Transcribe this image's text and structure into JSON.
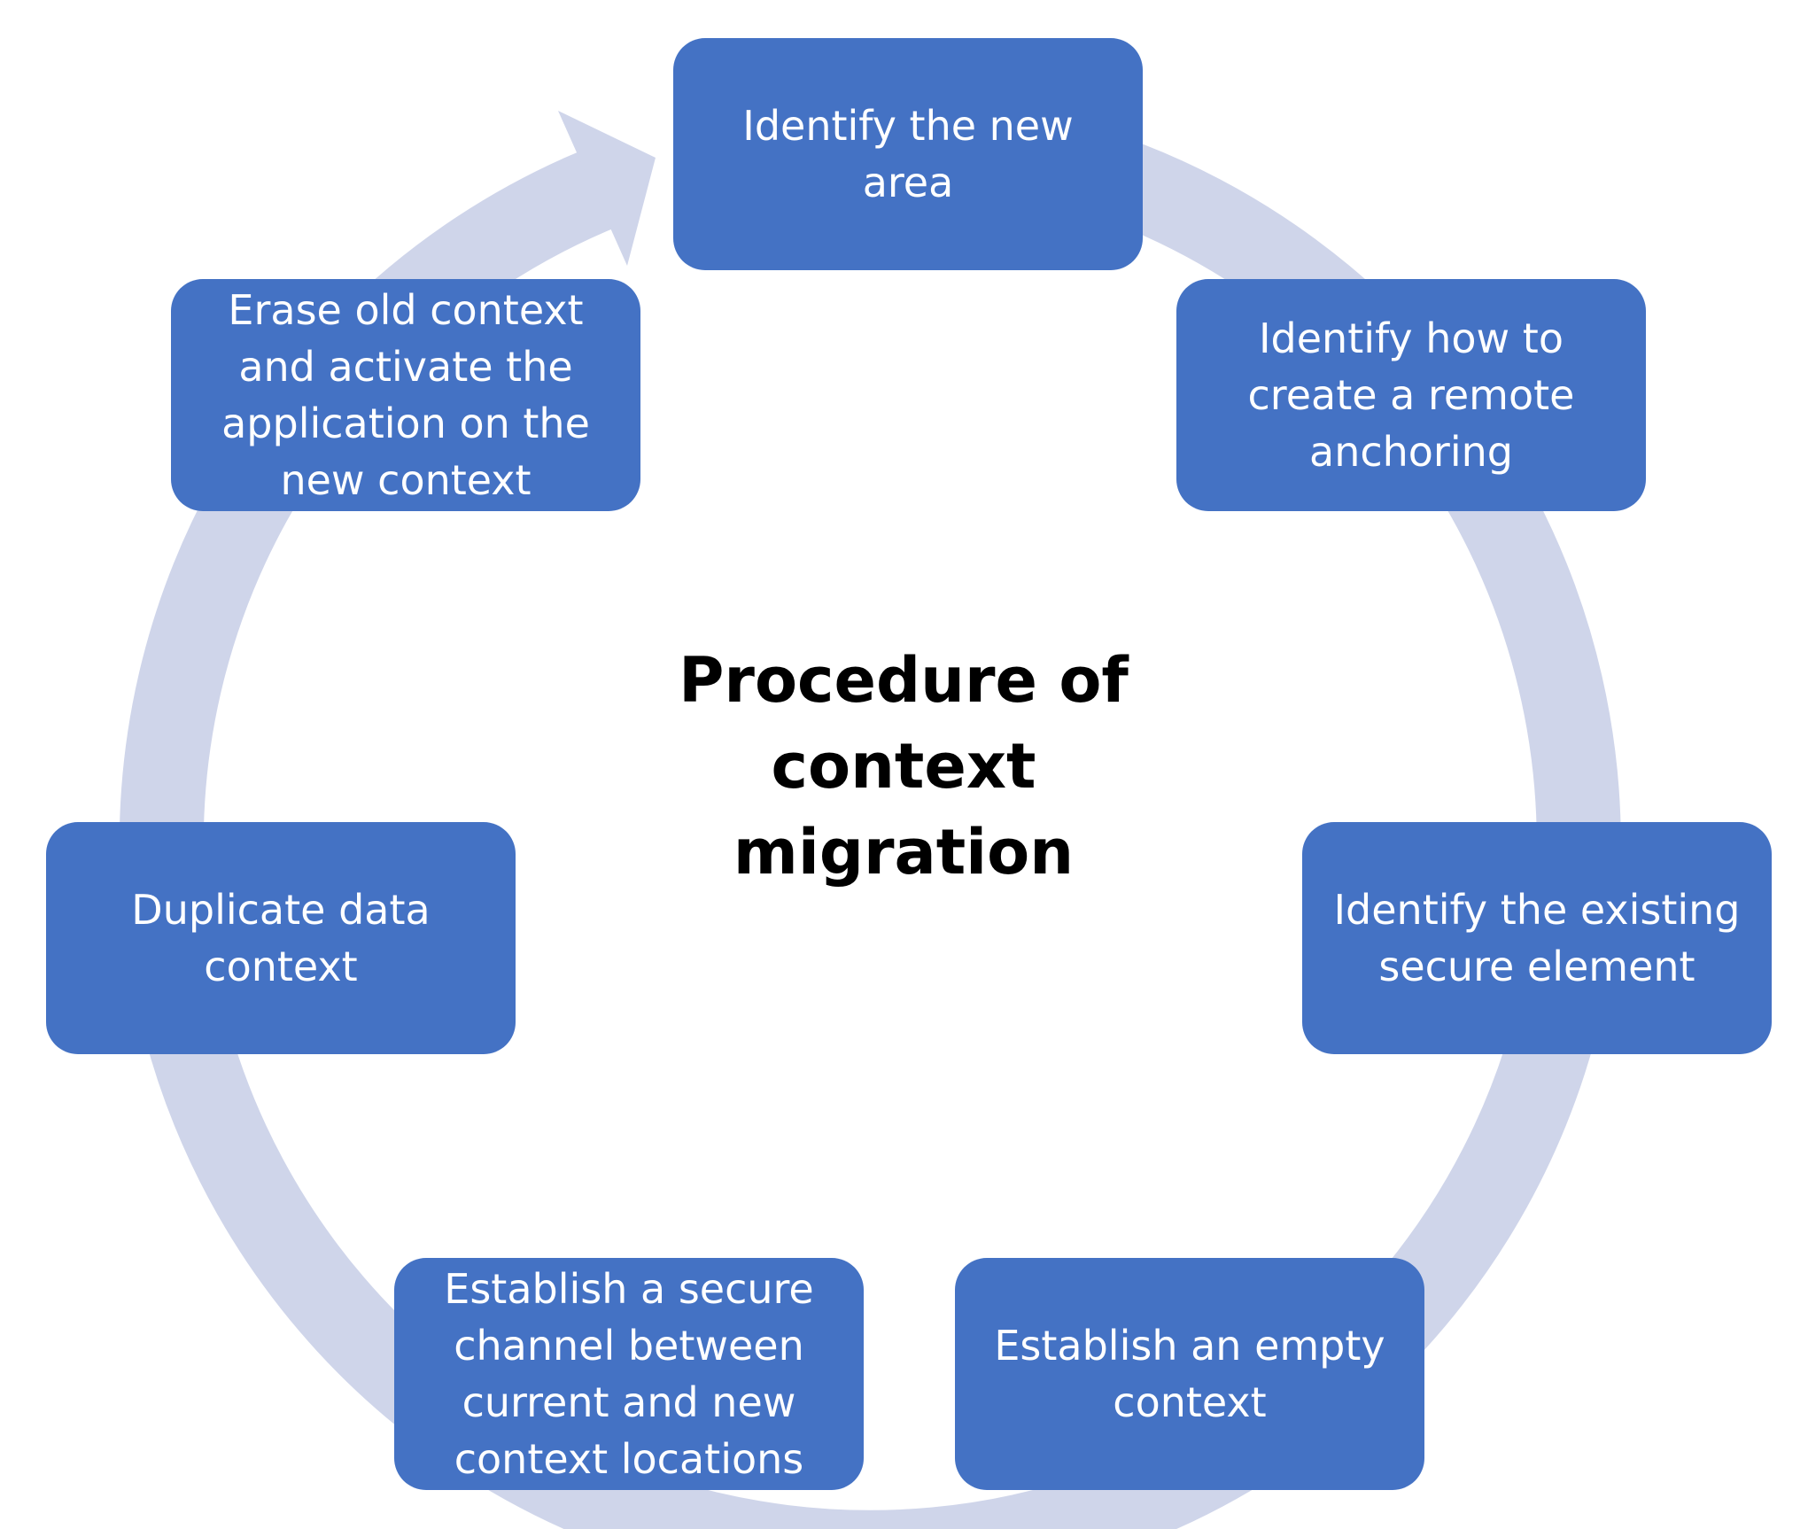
{
  "title": "Procedure of\ncontext\nmigration",
  "colors": {
    "box_fill": "#4472C4",
    "box_text": "#FFFFFF",
    "ring": "#CFD5EA",
    "title_text": "#000000"
  },
  "steps": [
    {
      "label": "Identify the new\narea"
    },
    {
      "label": "Identify how to\ncreate a remote\nanchoring"
    },
    {
      "label": "Identify the existing\nsecure element"
    },
    {
      "label": "Establish an empty\ncontext"
    },
    {
      "label": "Establish a secure\nchannel between\ncurrent and new\ncontext locations"
    },
    {
      "label": "Duplicate data\ncontext"
    },
    {
      "label": "Erase old context\nand activate the\napplication on the\nnew context"
    }
  ]
}
